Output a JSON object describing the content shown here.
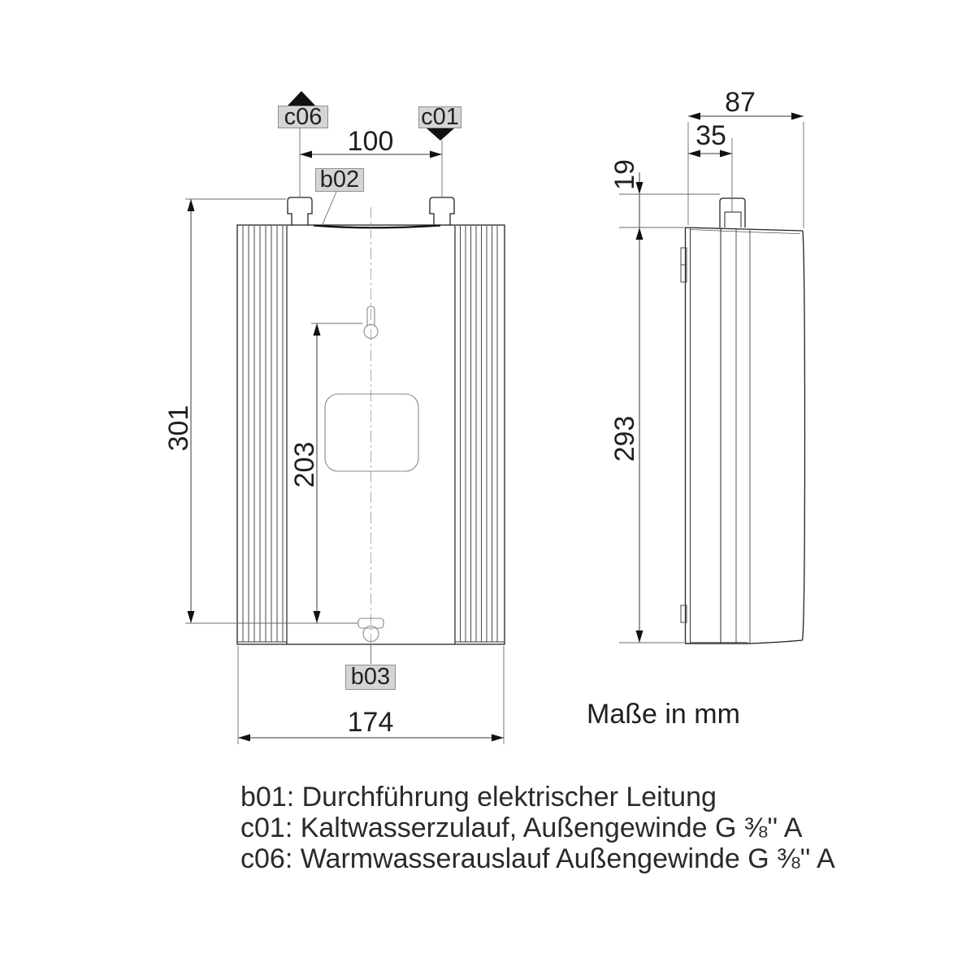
{
  "note": "Maße in mm",
  "labels": {
    "c06": "c06",
    "c01": "c01",
    "b02": "b02",
    "b03": "b03"
  },
  "dims": {
    "d100": "100",
    "d301": "301",
    "d203": "203",
    "d174": "174",
    "d87": "87",
    "d35": "35",
    "d19": "19",
    "d293": "293"
  },
  "legend": {
    "b01": "b01: Durchführung elektrischer Leitung",
    "c01": "c01: Kaltwasserzulauf, Außengewinde G ⅜'' A",
    "c06": "c06: Warmwasserauslauf Außengewinde G ⅜'' A"
  },
  "colors": {
    "outline": "#222222",
    "dimension": "#3a3a3a",
    "label_bg": "#d5d5d5",
    "label_border": "#8f8f8f",
    "arrow": "#111111"
  }
}
